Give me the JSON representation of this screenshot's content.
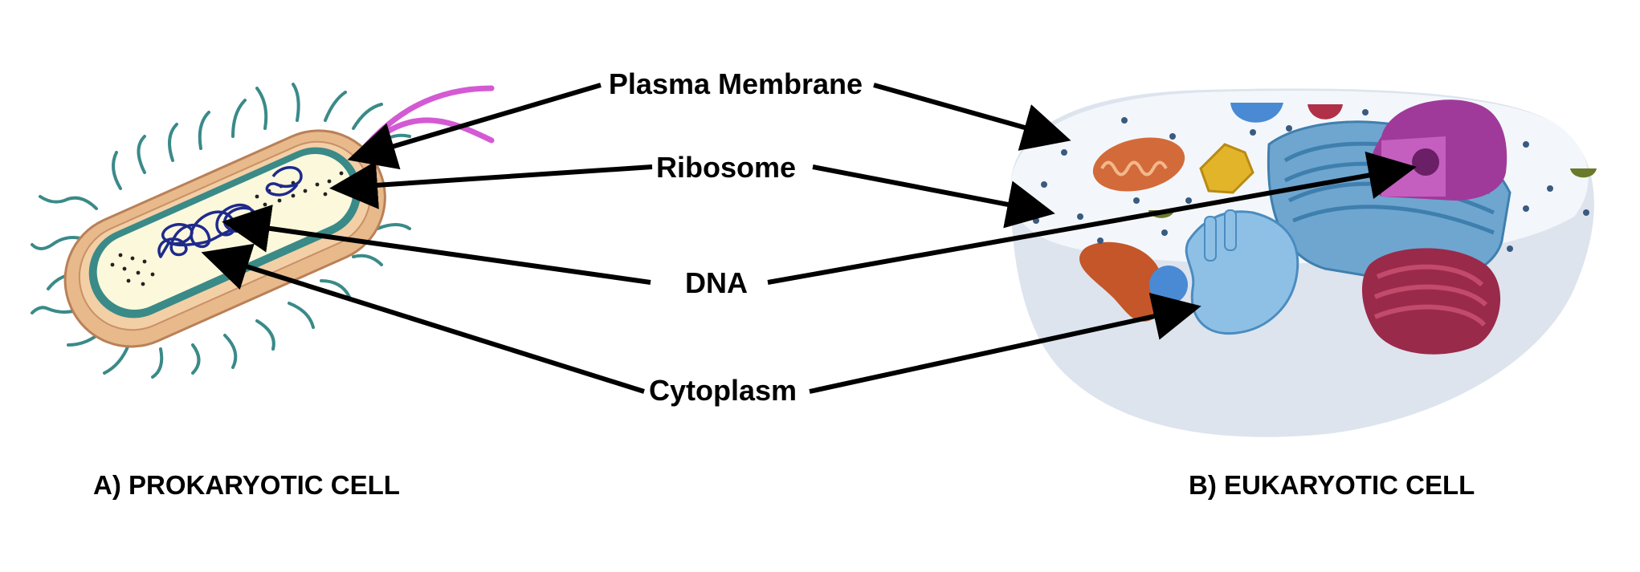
{
  "labels": {
    "plasma_membrane": "Plasma Membrane",
    "ribosome": "Ribosome",
    "dna": "DNA",
    "cytoplasm": "Cytoplasm"
  },
  "panels": {
    "prokaryotic": "A) PROKARYOTIC CELL",
    "eukaryotic": "B) EUKARYOTIC CELL"
  },
  "colors": {
    "prok_capsule": "#e8b98a",
    "prok_wall": "#3a8a88",
    "prok_cytoplasm": "#fbf8dc",
    "prok_dna": "#1e2a8c",
    "pili": "#3a8a88",
    "flagellum": "#d45ad4",
    "euk_body": "#e3e9f1",
    "euk_top": "#f4f8fc",
    "er": "#6ea6cf",
    "nucleus": "#a03a9a",
    "golgi": "#9a2a4a",
    "mitochondrion": "#d36a3a",
    "arrow": "#000000"
  }
}
